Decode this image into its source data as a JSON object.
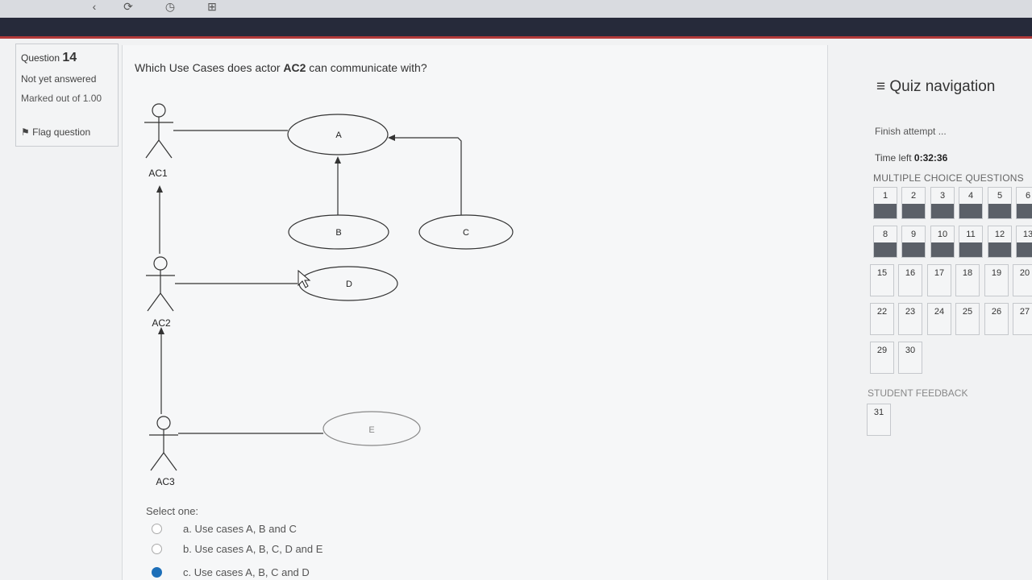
{
  "question": {
    "label": "Question",
    "number": "14",
    "state": "Not yet answered",
    "marked": "Marked out of 1.00",
    "flag": "Flag question",
    "text_prefix": "Which Use Cases does actor ",
    "text_actor": "AC2",
    "text_suffix": " can communicate with?"
  },
  "diagram": {
    "actors": [
      "AC1",
      "AC2",
      "AC3"
    ],
    "use_cases": [
      "A",
      "B",
      "C",
      "D",
      "E"
    ]
  },
  "answer": {
    "prompt": "Select one:",
    "options": [
      {
        "label": "a. Use cases A, B and C",
        "selected": false
      },
      {
        "label": "b. Use cases A, B, C, D and E",
        "selected": false
      },
      {
        "label": "c. Use cases A, B, C and D",
        "selected": true
      }
    ]
  },
  "nav": {
    "title": "Quiz navigation",
    "menu_icon": "hamburger-icon",
    "finish": "Finish attempt ...",
    "time_label": "Time left ",
    "time_value": "0:32:36",
    "section1": "MULTIPLE CHOICE QUESTIONS",
    "section2": "STUDENT FEEDBACK",
    "row1": [
      "1",
      "2",
      "3",
      "4",
      "5",
      "6"
    ],
    "row2": [
      "8",
      "9",
      "10",
      "11",
      "12",
      "13"
    ],
    "row3": [
      "15",
      "16",
      "17",
      "18",
      "19",
      "20"
    ],
    "row4": [
      "22",
      "23",
      "24",
      "25",
      "26",
      "27"
    ],
    "row5": [
      "29",
      "30"
    ],
    "feedback": [
      "31"
    ]
  }
}
